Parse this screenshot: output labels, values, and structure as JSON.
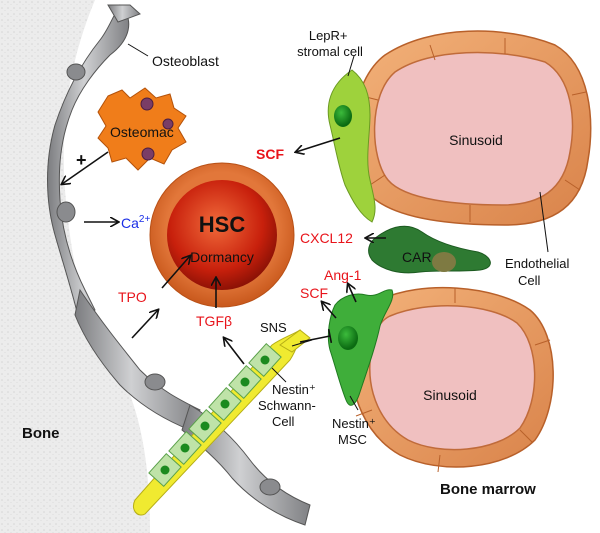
{
  "labels": {
    "osteoblast": "Osteoblast",
    "osteomac": "Osteomac",
    "plus": "+",
    "ca_base": "Ca",
    "ca_sup": "2+",
    "hsc": "HSC",
    "dormancy": "Dormancy",
    "tpo": "TPO",
    "tgf": "TGFβ",
    "lepr_line1": "LepR+",
    "lepr_line2": "stromal cell",
    "scf_top": "SCF",
    "sinusoid_top": "Sinusoid",
    "cxcl12": "CXCL12",
    "car": "CAR",
    "endothelial_line1": "Endothelial",
    "endothelial_line2": "Cell",
    "ang1": "Ang-1",
    "scf_mid": "SCF",
    "sns": "SNS",
    "nestin_schwann_line1": "Nestin⁺",
    "nestin_schwann_line2": "Schwann-",
    "nestin_schwann_line3": "Cell",
    "sinusoid_bottom": "Sinusoid",
    "nestin_msc_line1": "Nestin⁺",
    "nestin_msc_line2": "MSC",
    "bone": "Bone",
    "bone_marrow": "Bone marrow"
  },
  "colors": {
    "signal_red": "#e8141b",
    "calcium_blue": "#1a2ee6",
    "osteoblast_gray": "#a9aaac",
    "osteomac_orange": "#f07d1a",
    "hsc_outer": "#e2773a",
    "hsc_inner": "#c81f0a",
    "sinusoid_fill": "#f0c0c0",
    "endothelial_orange": "#e9a063",
    "stromal_green": "#9ed23c",
    "car_green": "#2e7a32",
    "msc_green": "#3fae3a",
    "schwann_yellow": "#f0ea30"
  }
}
